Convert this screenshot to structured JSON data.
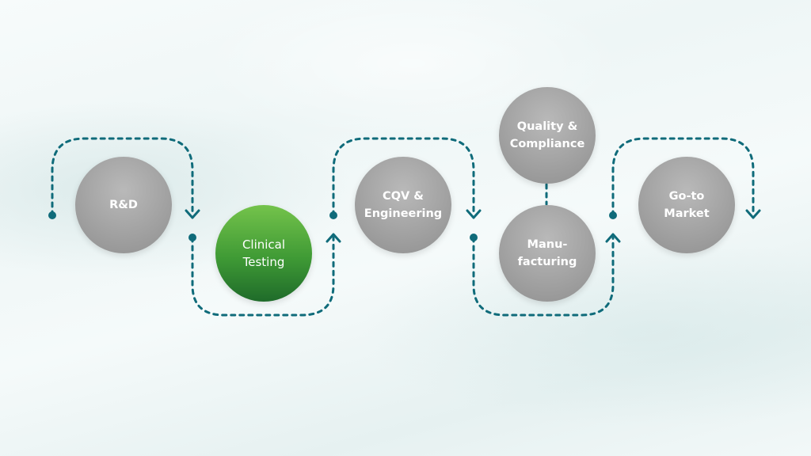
{
  "diagram": {
    "stages": [
      {
        "id": "rd",
        "label": "R&D",
        "state": "default"
      },
      {
        "id": "clinical",
        "label": "Clinical\nTesting",
        "state": "highlighted"
      },
      {
        "id": "cqv",
        "label": "CQV &\nEngineering",
        "state": "default"
      },
      {
        "id": "quality",
        "label": "Quality &\nCompliance",
        "state": "default"
      },
      {
        "id": "manufacturing",
        "label": "Manu-\nfacturing",
        "state": "default"
      },
      {
        "id": "gotomarket",
        "label": "Go-to\nMarket",
        "state": "default"
      }
    ],
    "colors": {
      "connector": "#0f6b7a",
      "node_grey": "#a2a2a2",
      "node_highlight": "#3f9a35",
      "text": "#ffffff"
    }
  }
}
